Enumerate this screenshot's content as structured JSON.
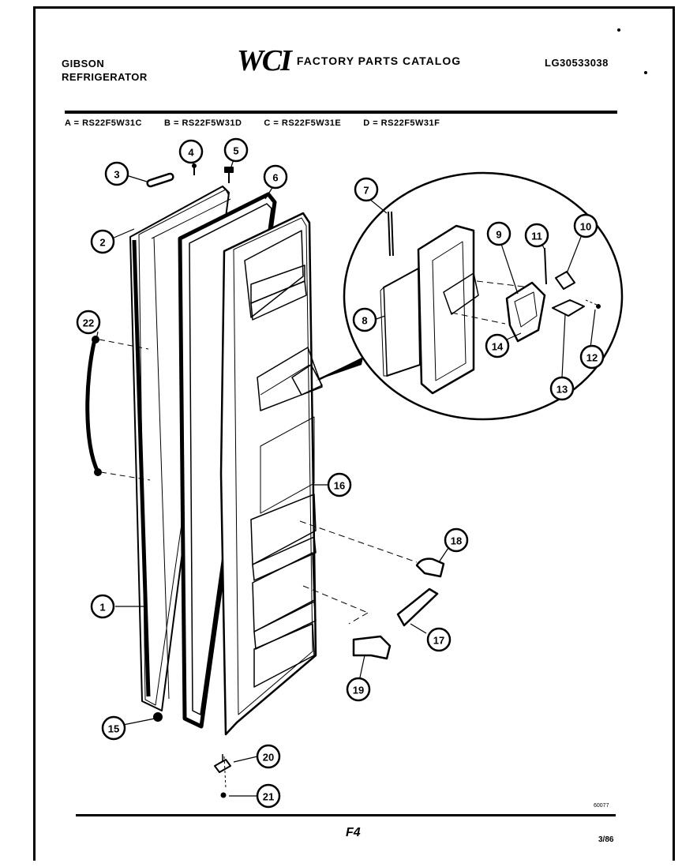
{
  "header": {
    "brand_line1": "GIBSON",
    "brand_line2": "REFRIGERATOR",
    "logo": "WCI",
    "catalog_title": "FACTORY PARTS CATALOG",
    "catalog_number": "LG30533038"
  },
  "models": {
    "a": "A = RS22F5W31C",
    "b": "B = RS22F5W31D",
    "c": "C = RS22F5W31E",
    "d": "D = RS22F5W31F"
  },
  "callouts": {
    "c1": "1",
    "c2": "2",
    "c3": "3",
    "c4": "4",
    "c5": "5",
    "c6": "6",
    "c7": "7",
    "c8": "8",
    "c9": "9",
    "c10": "10",
    "c11": "11",
    "c12": "12",
    "c13": "13",
    "c14": "14",
    "c15": "15",
    "c16": "16",
    "c17": "17",
    "c18": "18",
    "c19": "19",
    "c20": "20",
    "c21": "21",
    "c22": "22"
  },
  "footer": {
    "figure_number": "60077",
    "page_ref": "F4",
    "date": "3/86"
  }
}
